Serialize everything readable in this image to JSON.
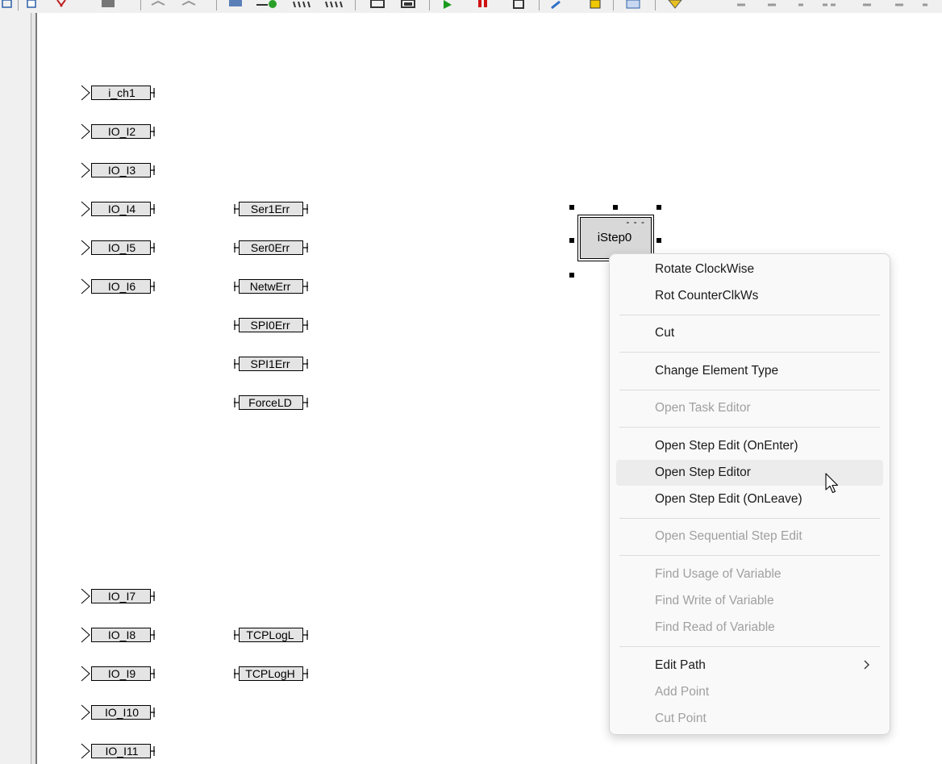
{
  "toolbar": {
    "icons": [
      "window-icon",
      "new-icon",
      "cut-icon",
      "paste-icon",
      "undo-icon",
      "redo-icon",
      "align-icon",
      "connect-icon",
      "bars-icon",
      "bars2-icon",
      "page-icon",
      "page2-icon",
      "run-icon",
      "stop-icon",
      "doc-icon",
      "search-icon",
      "highlight-icon",
      "print-icon",
      "shield-icon"
    ]
  },
  "canvas": {
    "inputs_top": [
      "i_ch1",
      "IO_I2",
      "IO_I3",
      "IO_I4",
      "IO_I5",
      "IO_I6"
    ],
    "outputs": [
      "Ser1Err",
      "Ser0Err",
      "NetwErr",
      "SPI0Err",
      "SPI1Err",
      "ForceLD"
    ],
    "inputs_bottom": [
      "IO_I7",
      "IO_I8",
      "IO_I9",
      "IO_I10",
      "IO_I11"
    ],
    "outputs_bottom": [
      "TCPLogL",
      "TCPLogH"
    ],
    "step": {
      "label": "iStep0",
      "dots": "- - -"
    }
  },
  "context_menu": {
    "items": [
      {
        "label": "Rotate ClockWise",
        "enabled": true
      },
      {
        "label": "Rot CounterClkWs",
        "enabled": true
      },
      {
        "label": "Cut",
        "enabled": true
      },
      {
        "label": "Change Element Type",
        "enabled": true
      },
      {
        "label": "Open Task Editor",
        "enabled": false
      },
      {
        "label": "Open Step Edit (OnEnter)",
        "enabled": true
      },
      {
        "label": "Open Step Editor",
        "enabled": true,
        "hovered": true
      },
      {
        "label": "Open Step Edit (OnLeave)",
        "enabled": true
      },
      {
        "label": "Open Sequential Step Edit",
        "enabled": false
      },
      {
        "label": "Find Usage of Variable",
        "enabled": false
      },
      {
        "label": "Find Write of Variable",
        "enabled": false
      },
      {
        "label": "Find Read of Variable",
        "enabled": false
      },
      {
        "label": "Edit Path",
        "enabled": true,
        "submenu": true
      },
      {
        "label": "Add Point",
        "enabled": false
      },
      {
        "label": "Cut Point",
        "enabled": false
      }
    ]
  },
  "colors": {
    "block_fill": "#e4e4e4",
    "menu_bg": "#f9f9f9",
    "menu_hover": "#ececec",
    "disabled_text": "#a0a0a0"
  }
}
